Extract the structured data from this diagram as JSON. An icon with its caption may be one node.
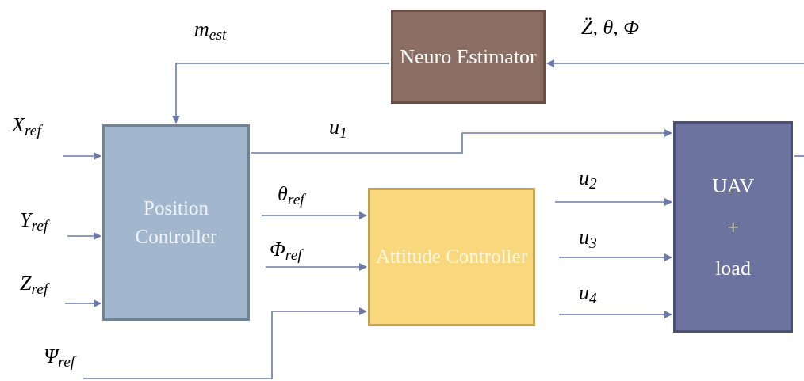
{
  "diagram": {
    "nodes": [
      {
        "text": [
          "Neuro Estimator"
        ]
      },
      {
        "text": [
          "Position Controller"
        ]
      },
      {
        "text": [
          "Attitude Controller"
        ]
      },
      {
        "text": [
          "UAV + load"
        ]
      }
    ],
    "edges": [
      {
        "from": null,
        "to": 0,
        "arrow": "to",
        "label": "Z̈, θ, Φ"
      },
      {
        "from": 0,
        "to": 1,
        "arrow": "to",
        "label": "m$_{est}$"
      },
      {
        "from": 1,
        "to": 3,
        "arrow": "to",
        "label": "u$_{1}$"
      },
      {
        "from": null,
        "to": 1,
        "arrow": "to",
        "label": "X$_{ref}$"
      },
      {
        "from": null,
        "to": 1,
        "arrow": "to",
        "label": "Y$_{ref}$"
      },
      {
        "from": null,
        "to": 1,
        "arrow": "to",
        "label": "Z$_{ref}$"
      },
      {
        "from": null,
        "to": 2,
        "arrow": "to",
        "label": "θ$_{ref}$"
      },
      {
        "from": null,
        "to": 2,
        "arrow": "to",
        "label": "Φ$_{ref}$"
      },
      {
        "from": null,
        "to": 2,
        "arrow": "to",
        "label": "Ψ$_{ref}$"
      },
      {
        "from": null,
        "to": 3,
        "arrow": "to",
        "label": "u$_{2}$"
      },
      {
        "from": null,
        "to": 3,
        "arrow": "to",
        "label": "u$_{3}$"
      },
      {
        "from": null,
        "to": 3,
        "arrow": "to",
        "label": "u$_{4}$"
      },
      {
        "from": 3,
        "to": null,
        "arrow": "none"
      }
    ]
  }
}
